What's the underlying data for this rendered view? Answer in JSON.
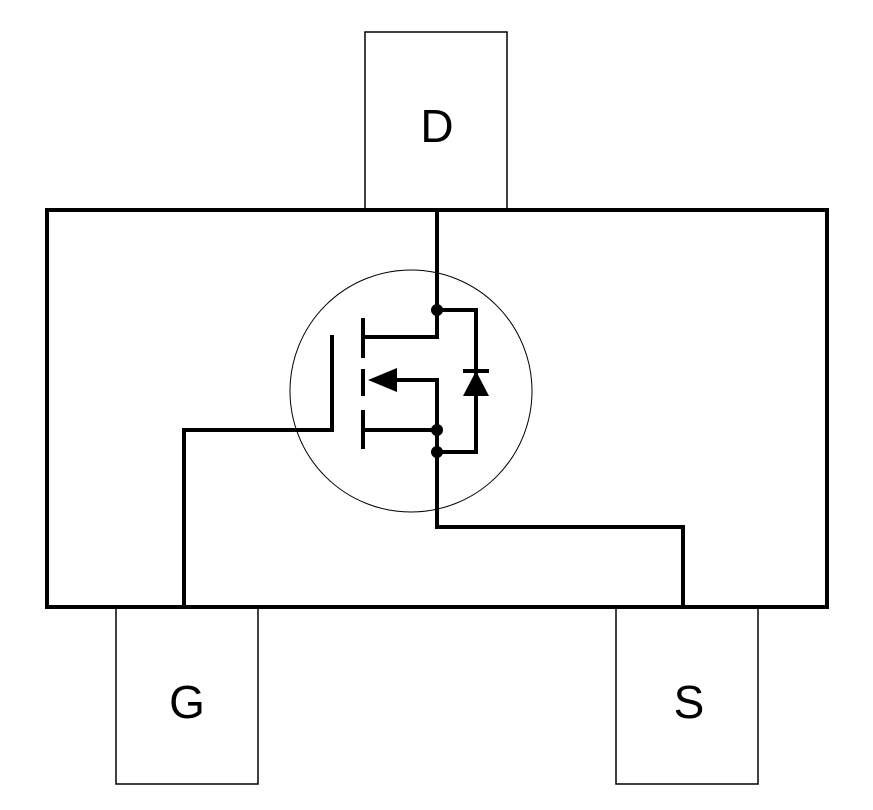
{
  "pins": {
    "drain": {
      "label": "D"
    },
    "gate": {
      "label": "G"
    },
    "source": {
      "label": "S"
    }
  },
  "colors": {
    "stroke": "#000000",
    "background": "#ffffff"
  }
}
